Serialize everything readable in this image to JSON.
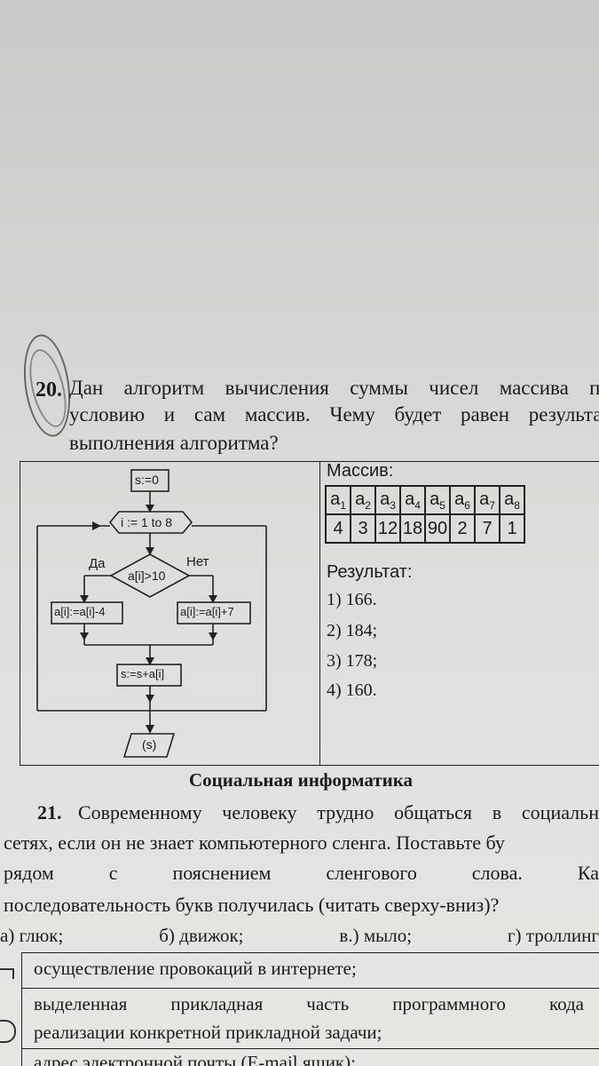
{
  "q20": {
    "number": "20.",
    "lines": [
      [
        "Дан",
        "алгоритм",
        "вычисления",
        "суммы",
        "чисел",
        "массива",
        "по"
      ],
      [
        "условию",
        "и",
        "сам",
        "массив.",
        "Чему",
        "будет",
        "равен",
        "результат"
      ],
      [
        "выполнения алгоритма?"
      ]
    ]
  },
  "flowchart": {
    "init": "s:=0",
    "loop": "i := 1 to 8",
    "yes": "Да",
    "no": "Нет",
    "cond": "a[i]>10",
    "left_op": "a[i]:=a[i]-4",
    "right_op": "a[i]:=a[i]+7",
    "sum": "s:=s+a[i]",
    "output": "(s)"
  },
  "array": {
    "title": "Массив:",
    "headers": [
      "a",
      "a",
      "a",
      "a",
      "a",
      "a",
      "a",
      "a"
    ],
    "subs": [
      "1",
      "2",
      "3",
      "4",
      "5",
      "6",
      "7",
      "8"
    ],
    "values": [
      "4",
      "3",
      "12",
      "18",
      "90",
      "2",
      "7",
      "1"
    ]
  },
  "result": {
    "title": "Результат:",
    "options": [
      "1) 166.",
      "2) 184;",
      "3) 178;",
      "4) 160."
    ]
  },
  "section_title": "Социальная информатика",
  "q21": {
    "number": "21.",
    "line1": [
      "Современному",
      "человеку",
      "трудно",
      "общаться",
      "в",
      "социальн"
    ],
    "line2": "сетях, если он не знает компьютерного сленга. Поставьте бу",
    "line3": [
      "рядом",
      "с",
      "пояснением",
      "сленгового",
      "слова.",
      "Ка"
    ],
    "line4": "последовательность букв получилась (читать сверху-вниз)?",
    "options": [
      "а) глюк;",
      "б) движок;",
      "в.)  мыло;",
      "г) троллинг"
    ],
    "rows": [
      "осуществление провокаций в интернете;",
      [
        "выделенная",
        "прикладная",
        "часть",
        "программного",
        "кода"
      ],
      "реализации конкретной прикладной задачи;",
      "адрес электронной почты (E-mail ящик);"
    ]
  }
}
